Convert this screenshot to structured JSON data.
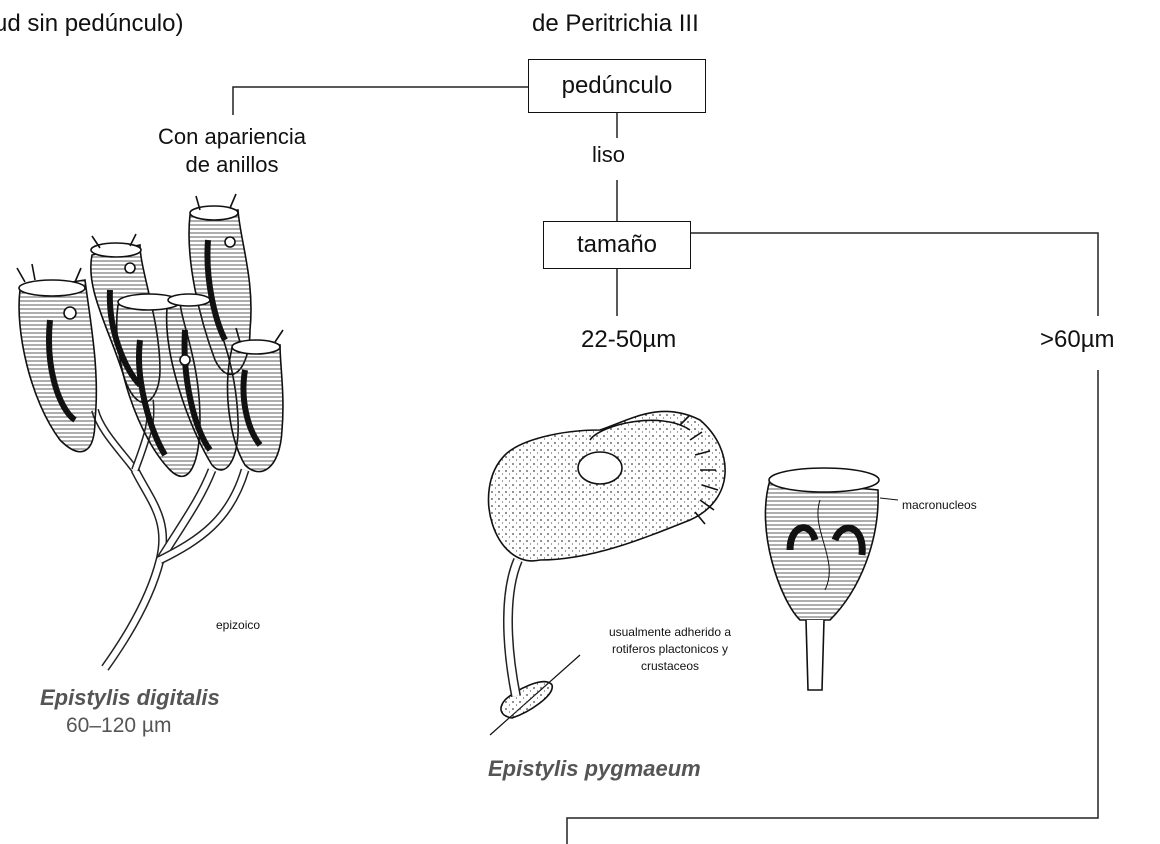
{
  "header": {
    "left_fragment": "ud sin pedúnculo)",
    "title": "de Peritrichia III"
  },
  "nodes": {
    "pedunculo": "pedúnculo",
    "liso": "liso",
    "ringed_line1": "Con apariencia",
    "ringed_line2": "de anillos",
    "tamano": "tamaño",
    "size_small": "22-50µm",
    "size_large": ">60µm"
  },
  "species": {
    "digitalis": {
      "name": "Epistylis digitalis",
      "range": "60–120 µm",
      "note": "epizoico"
    },
    "pygmaeum": {
      "name": "Epistylis pygmaeum",
      "note_line1": "usualmente adherido a",
      "note_line2": "rotiferos plactonicos y",
      "note_line3": "crustaceos",
      "macronucleus_label": "macronucleos"
    }
  }
}
